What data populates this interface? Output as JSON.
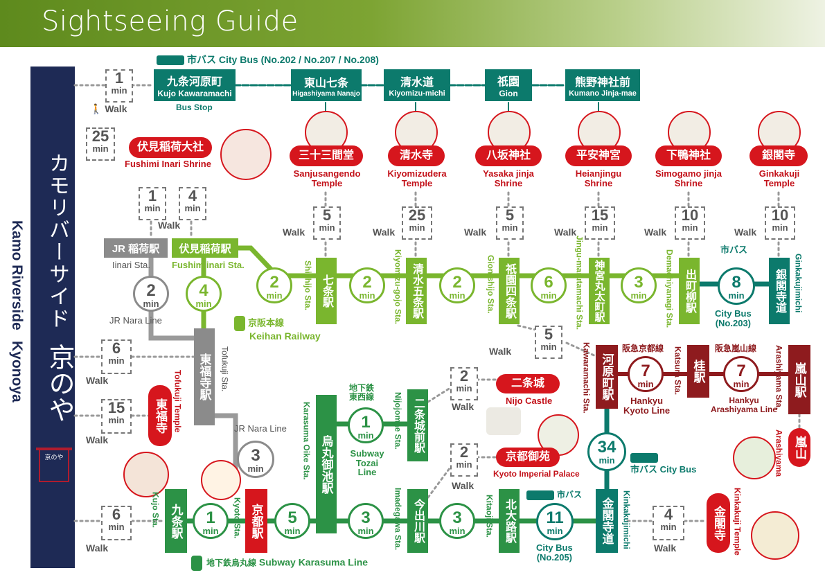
{
  "header": {
    "title": "Sightseeing Guide"
  },
  "hotel": {
    "name_kana": "カモリバーサイド",
    "name_kanji": "京のや",
    "name_en": "Kamo Riverside",
    "name_en2": "Kyonoya",
    "logo_text": "京のや"
  },
  "city_bus_top": {
    "label": "市バス City Bus (No.202 / No.207 / No.208)"
  },
  "bus_stops": [
    {
      "jp": "九条河原町",
      "en": "Kujo Kawaramachi"
    },
    {
      "jp": "東山七条",
      "en": "Higashiyama Nanajo"
    },
    {
      "jp": "清水道",
      "en": "Kiyomizu-michi"
    },
    {
      "jp": "祇園",
      "en": "Gion"
    },
    {
      "jp": "熊野神社前",
      "en": "Kumano Jinja-mae"
    }
  ],
  "bus_stop_note": "Bus Stop",
  "walk_word": "Walk",
  "min_word": "min",
  "walks": {
    "top": "1",
    "fushimi": "25",
    "mid": "6",
    "tofukuji": "15",
    "bottom": "6",
    "jr_inari": "1",
    "fushimi_inari": "4",
    "shichijo": "5",
    "kiyomizu": "25",
    "gion": "5",
    "jingu": "15",
    "demachi": "10",
    "ginkakuji": "10",
    "gion_kawaramachi": "5",
    "nijo": "2",
    "imadegawa": "2",
    "kinkakuji": "4"
  },
  "shrines": [
    {
      "jp": "三十三間堂",
      "en": "Sanjusangendo Temple"
    },
    {
      "jp": "清水寺",
      "en": "Kiyomizudera Temple"
    },
    {
      "jp": "八坂神社",
      "en": "Yasaka jinja Shrine"
    },
    {
      "jp": "平安神宮",
      "en": "Heianjingu Shrine"
    },
    {
      "jp": "下鴨神社",
      "en": "Simogamo jinja Shrine"
    },
    {
      "jp": "銀閣寺",
      "en": "Ginkakuji Temple"
    }
  ],
  "fushimi_shrine": {
    "jp": "伏見稲荷大社",
    "en": "Fushimi Inari Shrine"
  },
  "tofukuji_temple": {
    "jp": "東福寺",
    "en": "Tofukuji Temple"
  },
  "nijo_castle": {
    "jp": "二条城",
    "en": "Nijo Castle"
  },
  "imperial_palace": {
    "jp": "京都御苑",
    "en": "Kyoto Imperial Palace"
  },
  "kinkakuji_temple": {
    "jp": "金閣寺",
    "en": "Kinkakuji Temple"
  },
  "arashiyama": {
    "jp": "嵐山",
    "en": "Arashiyama"
  },
  "stations": {
    "jr_inari": {
      "jp": "JR 稲荷駅",
      "en": "Iinari Sta."
    },
    "fushimi_inari": {
      "jp": "伏見稲荷駅",
      "en": "Fushimiinari Sta."
    },
    "shichijo": {
      "jp": "七条駅",
      "en": "Shichijo Sta."
    },
    "kiyomizu_gojo": {
      "jp": "清水五条駅",
      "en": "Kiyomizu-gojo Sta."
    },
    "gion_shijo": {
      "jp": "祇園四条駅",
      "en": "Gion-shijo Sta."
    },
    "jingu": {
      "jp": "神宮丸太町駅",
      "en": "Jingu-marutamachi Sta."
    },
    "demachi": {
      "jp": "出町柳駅",
      "en": "Demachiyanagi Sta."
    },
    "ginkakuji_michi": {
      "jp": "銀閣寺道",
      "en": "Ginkakujimichi"
    },
    "tofukuji": {
      "jp": "東福寺駅",
      "en": "Tofukuji Sta."
    },
    "kawaramachi": {
      "jp": "河原町駅",
      "en": "Kawaramachi Sta."
    },
    "katsura": {
      "jp": "桂駅",
      "en": "Katsura Sta."
    },
    "arashiyama": {
      "jp": "嵐山駅",
      "en": "Arashiyama Sta."
    },
    "karasuma_oike": {
      "jp": "烏丸御池駅",
      "en": "Karasuma Oike Sta."
    },
    "nijojomae": {
      "jp": "二条城前駅",
      "en": "Nijojomae Sta."
    },
    "kujo": {
      "jp": "九条駅",
      "en": "Kujo Sta."
    },
    "kyoto": {
      "jp": "京都駅",
      "en": "Kyoto Sta."
    },
    "imadegawa": {
      "jp": "今出川駅",
      "en": "Imadegawa Sta."
    },
    "kitaoji": {
      "jp": "北大路駅",
      "en": "Kitaoji Sta."
    },
    "kinkakuji_michi": {
      "jp": "金閣寺道",
      "en": "Kinkakujimichi"
    }
  },
  "rides": {
    "jr_nara": "2",
    "keihan_1": "2",
    "keihan_2": "2",
    "keihan_3": "2",
    "keihan_4": "6",
    "keihan_5": "3",
    "ginkaku_bus": "8",
    "inari": "4",
    "tozai": "1",
    "hankyu_kyoto": "7",
    "hankyu_arashi": "7",
    "jr_nara2": "3",
    "kinkaku_bus": "34",
    "kara_1": "1",
    "kara_2": "5",
    "kara_3": "3",
    "kara_4": "3",
    "kara_bus": "11"
  },
  "lines": {
    "jr_nara": "JR Nara Line",
    "keihan_jp": "京阪本線",
    "keihan_en": "Keihan Railway",
    "city_bus_jp": "市バス",
    "city_bus_203": "City Bus",
    "city_bus_203_no": "(No.203)",
    "subway_tozai_jp1": "地下鉄",
    "subway_tozai_jp2": "東西線",
    "subway_tozai_en": "Subway Tozai Line",
    "hankyu_kyoto_jp": "阪急京都線",
    "hankyu_kyoto_en1": "Hankyu",
    "hankyu_kyoto_en2": "Kyoto Line",
    "hankyu_arashi_jp": "阪急嵐山線",
    "hankyu_arashi_en1": "Hankyu",
    "hankyu_arashi_en2": "Arashiyama Line",
    "city_bus_mid": "市バス City Bus",
    "subway_kara_jp": "地下鉄烏丸線",
    "subway_kara_en": "Subway Karasuma Line",
    "city_bus_205_jp": "市バス",
    "city_bus_205": "City Bus",
    "city_bus_205_no": "(No.205)"
  },
  "colors": {
    "navy": "#1e2a55",
    "teal": "#0c7a6c",
    "green": "#2c9246",
    "lightgreen": "#7ab62e",
    "gray": "#8b8b8b",
    "red": "#d6161d",
    "maroon": "#8e1b1e"
  }
}
